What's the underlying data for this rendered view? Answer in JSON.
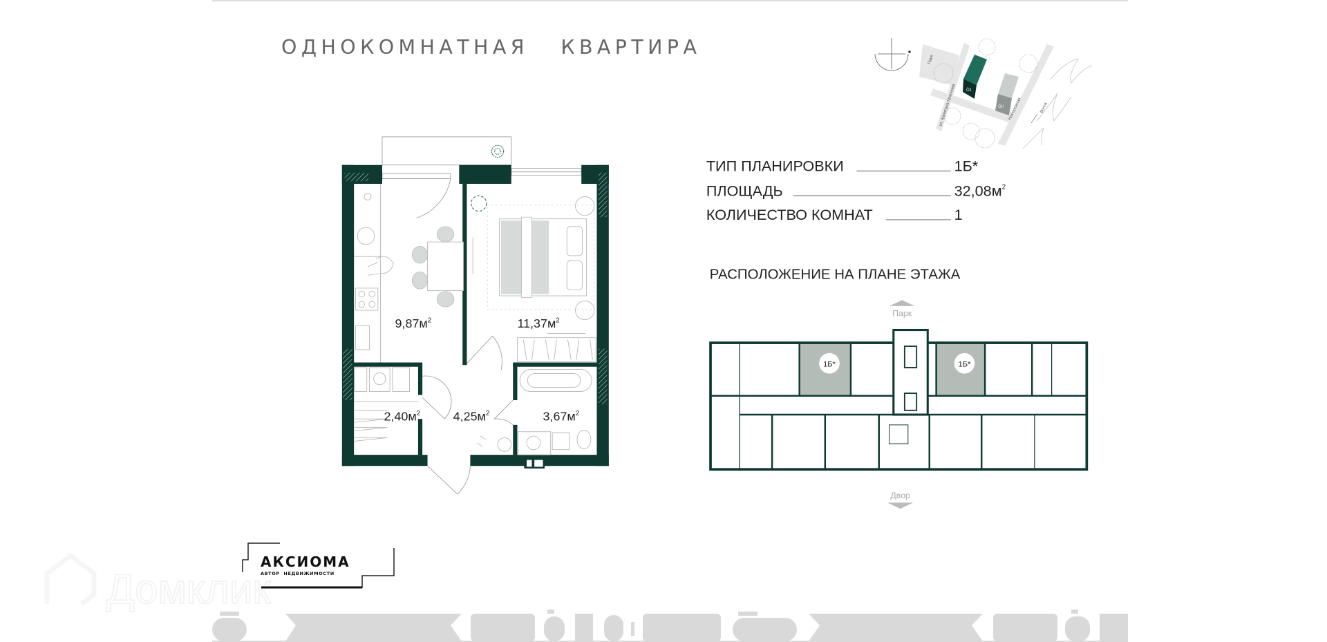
{
  "title": "ОДНОКОМНАТНАЯ   КВАРТИРА",
  "specs": [
    {
      "label": "ТИП ПЛАНИРОВКИ",
      "value": "1Б*"
    },
    {
      "label": "ПЛОЩАДЬ",
      "value": "32,08м",
      "sup": "2"
    },
    {
      "label": "КОЛИЧЕСТВО КОМНАТ",
      "value": "1"
    }
  ],
  "floor_location": {
    "title": "РАСПОЛОЖЕНИЕ НА ПЛАНЕ ЭТАЖА",
    "top_direction": "Парк",
    "bottom_direction": "Двор",
    "units": [
      "1Б*",
      "1Б*"
    ]
  },
  "rooms": [
    {
      "area": "9,87м",
      "sup": "2"
    },
    {
      "area": "11,37м",
      "sup": "2"
    },
    {
      "area": "2,40м",
      "sup": "2"
    },
    {
      "area": "4,25м",
      "sup": "2"
    },
    {
      "area": "3,67м",
      "sup": "2"
    }
  ],
  "site_map": {
    "park": "Парк",
    "street": "ул. Капитана Краснова",
    "embankment": "Набережная",
    "river": "Волга",
    "building_1": "Ö1",
    "building_2": "ÖII",
    "compass_icon": "compass-icon"
  },
  "logo": {
    "name": "АКСИОМА",
    "tagline": "АВТОР  НЕДВИЖИМОСТИ"
  },
  "watermark": {
    "text": "Домклик",
    "icon": "house-icon"
  },
  "colors": {
    "wall": "#0e3a32",
    "accent": "#1f6e5c",
    "highlight": "#b4bcb8",
    "band": "#d9d9d9"
  }
}
